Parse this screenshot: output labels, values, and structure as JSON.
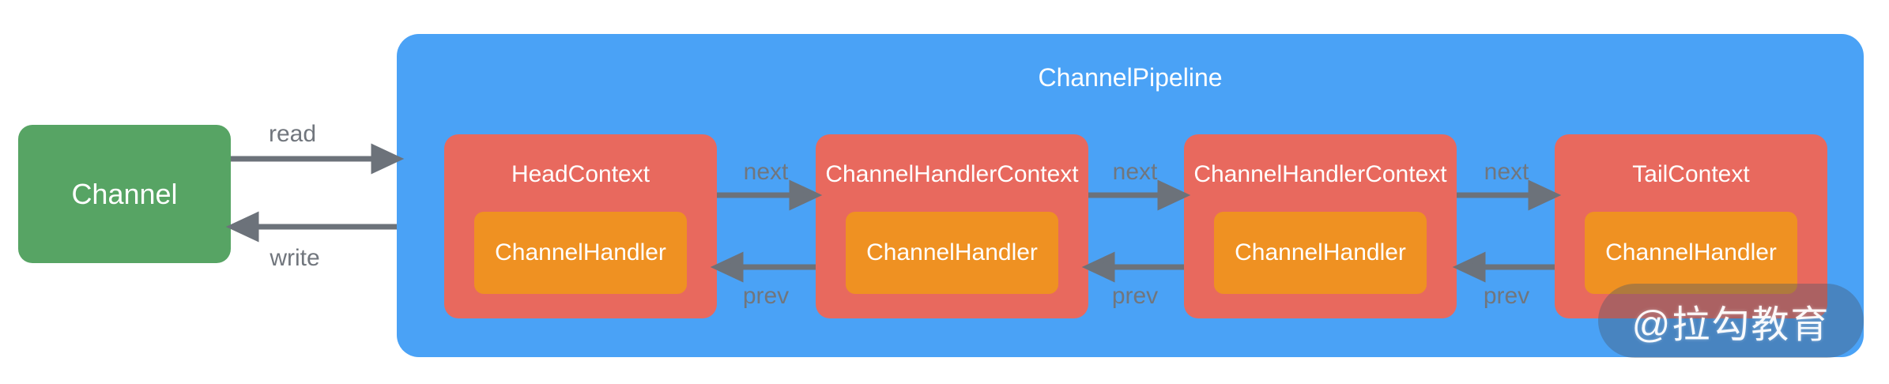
{
  "diagram": {
    "channel": {
      "label": "Channel"
    },
    "pipeline": {
      "title": "ChannelPipeline",
      "contexts": [
        {
          "title": "HeadContext",
          "handler": "ChannelHandler"
        },
        {
          "title": "ChannelHandlerContext",
          "handler": "ChannelHandler"
        },
        {
          "title": "ChannelHandlerContext",
          "handler": "ChannelHandler"
        },
        {
          "title": "TailContext",
          "handler": "ChannelHandler"
        }
      ]
    },
    "edges": {
      "read": "read",
      "write": "write",
      "next": "next",
      "prev": "prev"
    },
    "watermark": "@拉勾教育",
    "colors": {
      "channel_green": "#57a464",
      "pipeline_blue": "#4aa2f6",
      "context_red": "#e8695e",
      "handler_orange": "#ef9122",
      "arrow_gray": "#6c727a",
      "label_gray": "#71767d",
      "text_white": "#ffffff"
    }
  }
}
